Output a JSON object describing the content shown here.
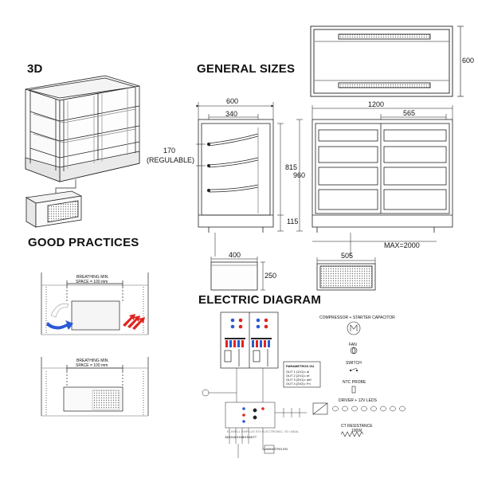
{
  "headings": {
    "three_d": "3D",
    "general_sizes": "GENERAL SIZES",
    "good_practices": "GOOD PRACTICES",
    "electric_diagram": "ELECTRIC DIAGRAM"
  },
  "dimensions": {
    "top_view_depth": "600",
    "side_width": "600",
    "side_inner": "340",
    "shelf_gap": "170",
    "regulable": "(REGULABLE)",
    "inner_height": "815",
    "total_height": "960",
    "base_height": "115",
    "front_width": "1200",
    "front_half": "565",
    "unit_depth": "400",
    "unit_height": "250",
    "unit_width": "505",
    "max_distance": "MAX=2000"
  },
  "good_practices": {
    "breathing_1": "BREATHING MIN.",
    "space_1": "SPACE = 100 mm",
    "breathing_2": "BREATHING MIN.",
    "space_2": "SPACE = 100 mm"
  },
  "legend": {
    "compressor": "COMPRESSOR + STARTER CAPACITOR",
    "fan": "FAN",
    "switch": "SWITCH",
    "ntc": "NTC PROBE",
    "driver": "DRIVER + 12V LEDS",
    "ct": "CT RESISTANCE",
    "ct_power": "100W"
  },
  "parameters": {
    "title": "PARAMETROS OU",
    "lines": [
      "OUT 1 (1X1)= al",
      "OUT 2 (2X1)= ef",
      "OUT 3 (3X1)= def",
      "OUT 4 (2X2)= Fn"
    ]
  },
  "controller": {
    "label": "ELIWELL EWPLUS 974 ELECTRONIC / ID / ANAL",
    "terminals": [
      "18/19",
      "18/19",
      "18/19",
      "18/77"
    ],
    "supply": "SUMINISTRO EN"
  }
}
